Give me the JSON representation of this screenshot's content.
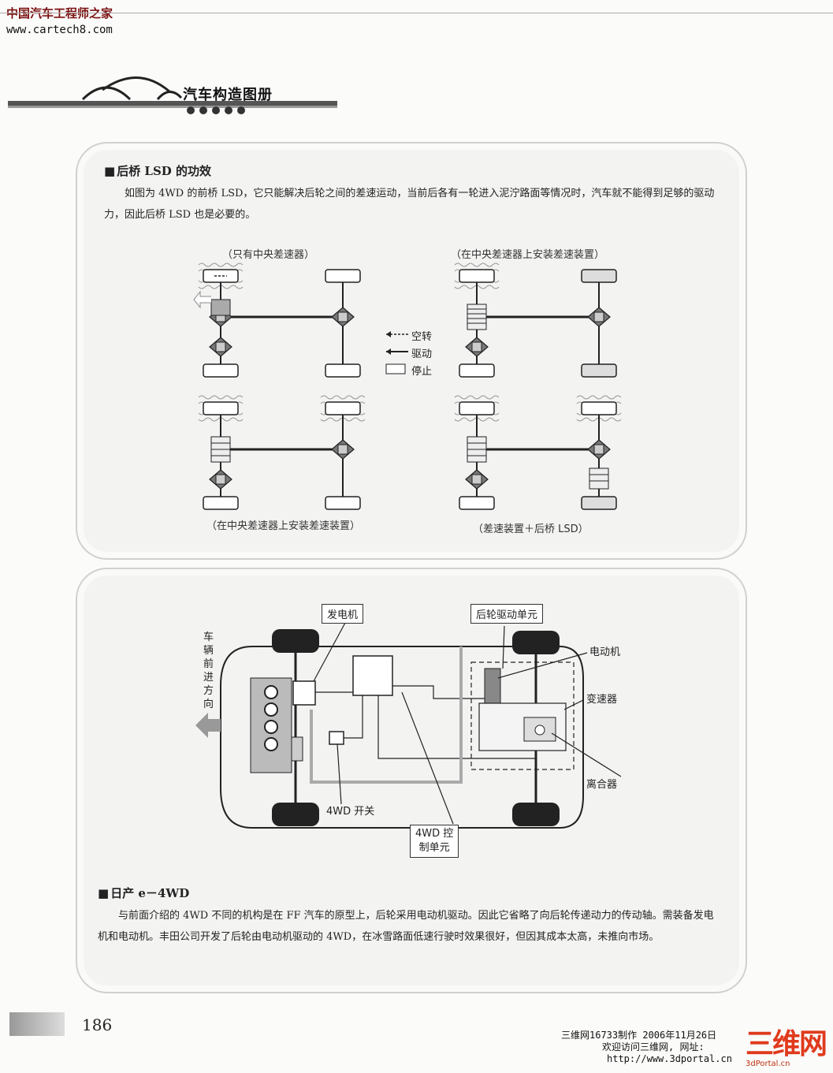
{
  "watermark": {
    "site_name": "中国汽车工程师之家",
    "url": "www.cartech8.com"
  },
  "book_title": "汽车构造图册",
  "section1": {
    "heading": "后桥 LSD 的功效",
    "paragraph": "如图为 4WD 的前桥 LSD，它只能解决后轮之间的差速运动，当前后各有一轮进入泥泞路面等情况时，汽车就不能得到足够的驱动力，因此后桥 LSD 也是必要的。",
    "diagrams": {
      "top_left_caption": "（只有中央差速器）",
      "top_right_caption": "（在中央差速器上安装差速装置）",
      "bottom_left_caption": "（在中央差速器上安装差速装置）",
      "bottom_right_caption": "（差速装置＋后桥 LSD）"
    },
    "legend": {
      "idle": "空转",
      "drive": "驱动",
      "stop": "停止"
    }
  },
  "section2": {
    "labels": {
      "generator": "发电机",
      "rear_drive_unit": "后轮驱动单元",
      "motor": "电动机",
      "transmission": "变速器",
      "clutch": "离合器",
      "switch": "4WD 开关",
      "control_unit_line1": "4WD 控",
      "control_unit_line2": "制单元",
      "direction_chars": [
        "车",
        "辆",
        "前",
        "进",
        "方",
        "向"
      ]
    },
    "heading": "日产 e－4WD",
    "paragraph": "与前面介绍的 4WD 不同的机构是在 FF 汽车的原型上，后轮采用电动机驱动。因此它省略了向后轮传递动力的传动轴。需装备发电机和电动机。丰田公司开发了后轮由电动机驱动的 4WD，在冰雪路面低速行驶时效果很好，但因其成本太高，未推向市场。"
  },
  "page_number": "186",
  "footer": {
    "line1": "三维网16733制作 2006年11月26日",
    "line2": "欢迎访问三维网, 网址:",
    "line3": "http://www.3dportal.cn",
    "logo_text": "三维网",
    "logo_sub": "3dPortal.cn"
  }
}
